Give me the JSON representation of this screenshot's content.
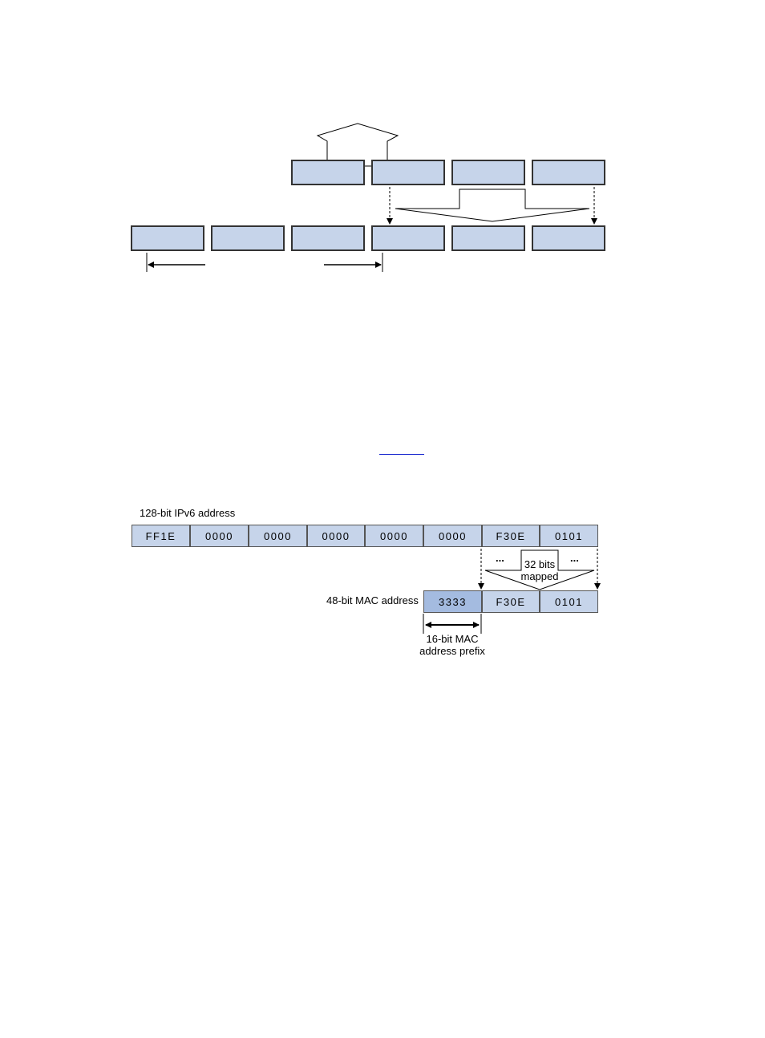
{
  "figure_mapping": {
    "ipv6_label": "128-bit IPv6 address",
    "ipv6_groups": [
      "FF1E",
      "0000",
      "0000",
      "0000",
      "0000",
      "0000",
      "F30E",
      "0101"
    ],
    "mac_label": "48-bit MAC address",
    "mac_groups": [
      "3333",
      "F30E",
      "0101"
    ],
    "ellipsis_left": "...",
    "ellipsis_right": "...",
    "mapped_label_line1": "32 bits",
    "mapped_label_line2": "mapped",
    "prefix_label_line1": "16-bit MAC",
    "prefix_label_line2": "address prefix"
  },
  "colors": {
    "box_fill": "#c6d4ea",
    "prefix_fill": "#a4bbe0",
    "link": "#1f2fd0"
  }
}
